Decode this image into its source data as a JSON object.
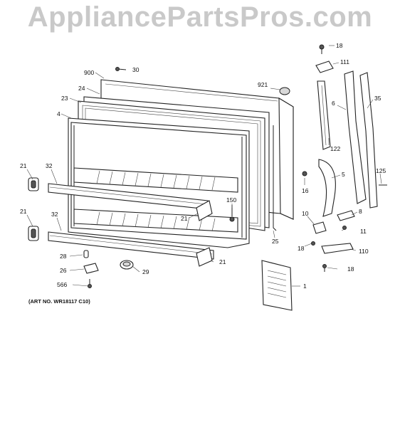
{
  "watermark": "AppliancePartsPros.com",
  "art_number": "(ART NO. WR18117 C10)",
  "callouts": {
    "c900": "900",
    "c30": "30",
    "c24": "24",
    "c23": "23",
    "c4": "4",
    "c921": "921",
    "c18a": "18",
    "c111": "111",
    "c6": "6",
    "c35": "35",
    "c122": "122",
    "c21a": "21",
    "c32a": "32",
    "c16": "16",
    "c5": "5",
    "c125": "125",
    "c150": "150",
    "c21b": "21",
    "c21c": "21",
    "c32b": "32",
    "c10": "10",
    "c8": "8",
    "c11": "11",
    "c25": "25",
    "c18b": "18",
    "c110": "110",
    "c28": "28",
    "c21d": "21",
    "c26": "26",
    "c29": "29",
    "c18c": "18",
    "c566": "566",
    "c1": "1"
  }
}
